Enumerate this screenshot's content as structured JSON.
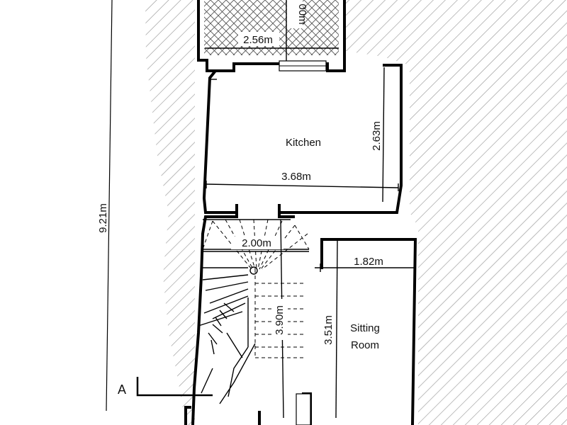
{
  "plan": {
    "overall_dimension": "9.21m",
    "section_marker": "A",
    "top_room": {
      "width": "2.56m",
      "height_partial": "00m"
    },
    "kitchen": {
      "label": "Kitchen",
      "width": "3.68m",
      "depth": "2.63m"
    },
    "staircase": {
      "width": "2.00m",
      "length": "3.90m"
    },
    "sitting_room": {
      "label_line1": "Sitting",
      "label_line2": "Room",
      "width": "1.82m",
      "depth": "3.51m"
    }
  }
}
